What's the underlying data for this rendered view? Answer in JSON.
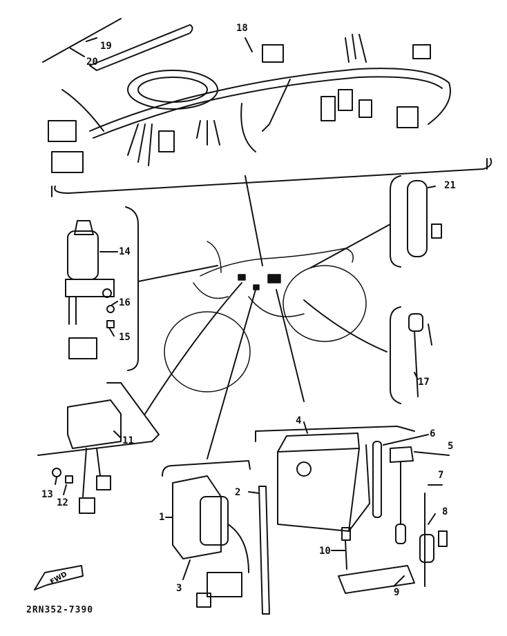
{
  "diagram": {
    "part_labels": {
      "p1": "1",
      "p2": "2",
      "p3": "3",
      "p4": "4",
      "p5": "5",
      "p6": "6",
      "p7": "7",
      "p8": "8",
      "p9": "9",
      "p10": "10",
      "p11": "11",
      "p12": "12",
      "p13": "13",
      "p14": "14",
      "p15": "15",
      "p16": "16",
      "p17": "17",
      "p18": "18",
      "p19": "19",
      "p20": "20",
      "p21": "21"
    },
    "direction_marker": "FWD",
    "drawing_code": "2RN352-7390"
  }
}
